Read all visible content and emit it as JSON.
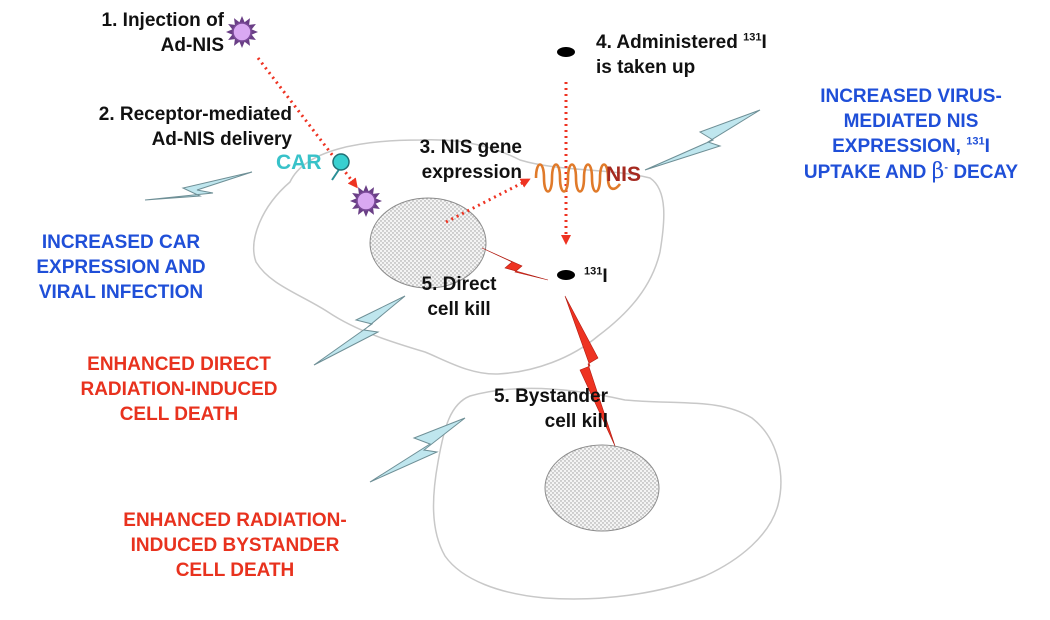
{
  "steps": {
    "s1": [
      "1. Injection of",
      "Ad-NIS"
    ],
    "s2": [
      "2. Receptor-mediated",
      "Ad-NIS delivery"
    ],
    "s3": [
      "3. NIS gene",
      "expression"
    ],
    "s4_line1": "4. Administered",
    "s4_sup": "131",
    "s4_iodine": "I",
    "s4_line2": "is taken up",
    "s5_direct": [
      "5. Direct",
      "cell kill"
    ],
    "s5_bystander": [
      "5. Bystander",
      "cell kill"
    ]
  },
  "labels": {
    "car": "CAR",
    "nis": "NIS",
    "iodine_sup": "131",
    "iodine": "I"
  },
  "effects": {
    "car_expression": [
      "INCREASED CAR",
      "EXPRESSION AND",
      "VIRAL INFECTION"
    ],
    "nis_line1": "INCREASED VIRUS-",
    "nis_line2": "MEDIATED NIS",
    "nis_line3_text": "EXPRESSION,",
    "nis_line3_sup": "131",
    "nis_line3_end": "I",
    "nis_line4_text": "UPTAKE AND",
    "nis_line4_beta": "β",
    "nis_line4_sup": "-",
    "nis_line4_end": "DECAY",
    "direct_death": [
      "ENHANCED DIRECT",
      "RADIATION-INDUCED",
      "CELL DEATH"
    ],
    "bystander_death": [
      "ENHANCED RADIATION-",
      "INDUCED BYSTANDER",
      "CELL DEATH"
    ]
  },
  "colors": {
    "blue_text": "#1f4fd8",
    "red_text": "#e8321e",
    "car": "#38c2c9",
    "nis": "#a52a20",
    "arrow": "#ee3322",
    "lightning": "#bfe6ee",
    "virus": "#d9a8f2"
  }
}
